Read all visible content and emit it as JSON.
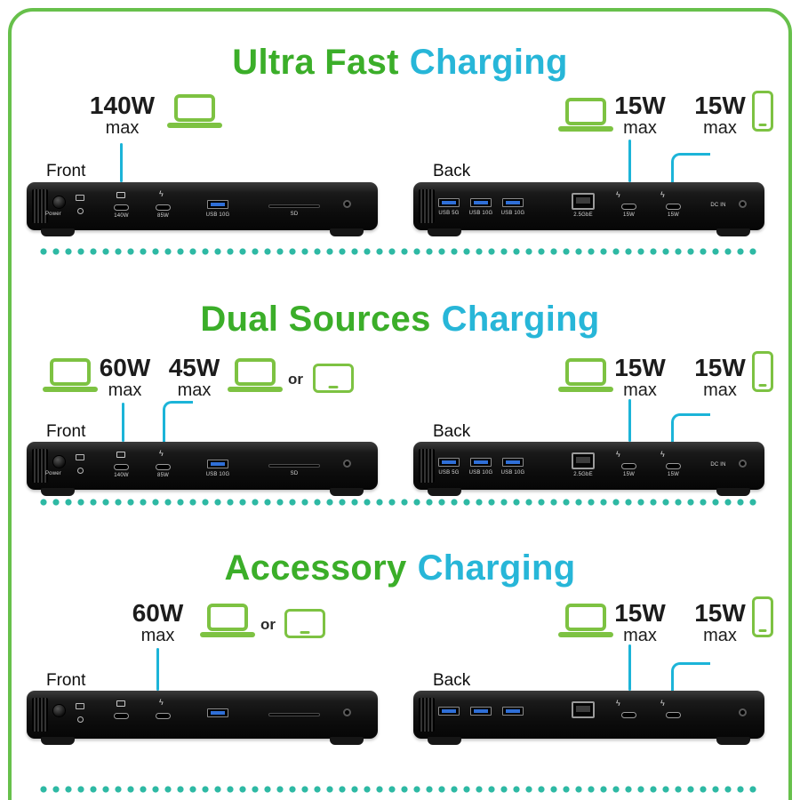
{
  "colors": {
    "frame_green": "#67c04b",
    "title_green": "#3bae29",
    "title_cyan": "#27b6d8",
    "callout_line_cyan": "#1cb4d8",
    "device_icon_green": "#7dc242",
    "divider_dots_teal": "#2eb9a4"
  },
  "sections": [
    {
      "title_accent": "Ultra Fast",
      "title_rest": "Charging",
      "front_label": "Front",
      "back_label": "Back",
      "front_callouts": [
        {
          "value": "140W",
          "unit": "max"
        }
      ],
      "back_callouts": [
        {
          "value": "15W",
          "unit": "max"
        },
        {
          "value": "15W",
          "unit": "max"
        }
      ],
      "front_port_labels": {
        "power": "Power",
        "usbc1": "140W",
        "usbc2": "85W",
        "usba": "USB 10G",
        "sd": "SD"
      },
      "back_port_labels": {
        "usb1": "USB 5G",
        "usb2": "USB 10G",
        "usb3": "USB 10G",
        "eth": "2.5GbE",
        "pd1": "15W",
        "pd2": "15W",
        "dc": "DC IN"
      }
    },
    {
      "title_accent": "Dual Sources",
      "title_rest": "Charging",
      "front_label": "Front",
      "back_label": "Back",
      "or_label": "or",
      "front_callouts": [
        {
          "value": "60W",
          "unit": "max"
        },
        {
          "value": "45W",
          "unit": "max"
        }
      ],
      "back_callouts": [
        {
          "value": "15W",
          "unit": "max"
        },
        {
          "value": "15W",
          "unit": "max"
        }
      ],
      "front_port_labels": {
        "power": "Power",
        "usbc1": "140W",
        "usbc2": "85W",
        "usba": "USB 10G",
        "sd": "SD"
      },
      "back_port_labels": {
        "usb1": "USB 5G",
        "usb2": "USB 10G",
        "usb3": "USB 10G",
        "eth": "2.5GbE",
        "pd1": "15W",
        "pd2": "15W",
        "dc": "DC IN"
      }
    },
    {
      "title_accent": "Accessory",
      "title_rest": "Charging",
      "front_label": "Front",
      "back_label": "Back",
      "or_label": "or",
      "front_callouts": [
        {
          "value": "60W",
          "unit": "max"
        }
      ],
      "back_callouts": [
        {
          "value": "15W",
          "unit": "max"
        },
        {
          "value": "15W",
          "unit": "max"
        }
      ]
    }
  ]
}
